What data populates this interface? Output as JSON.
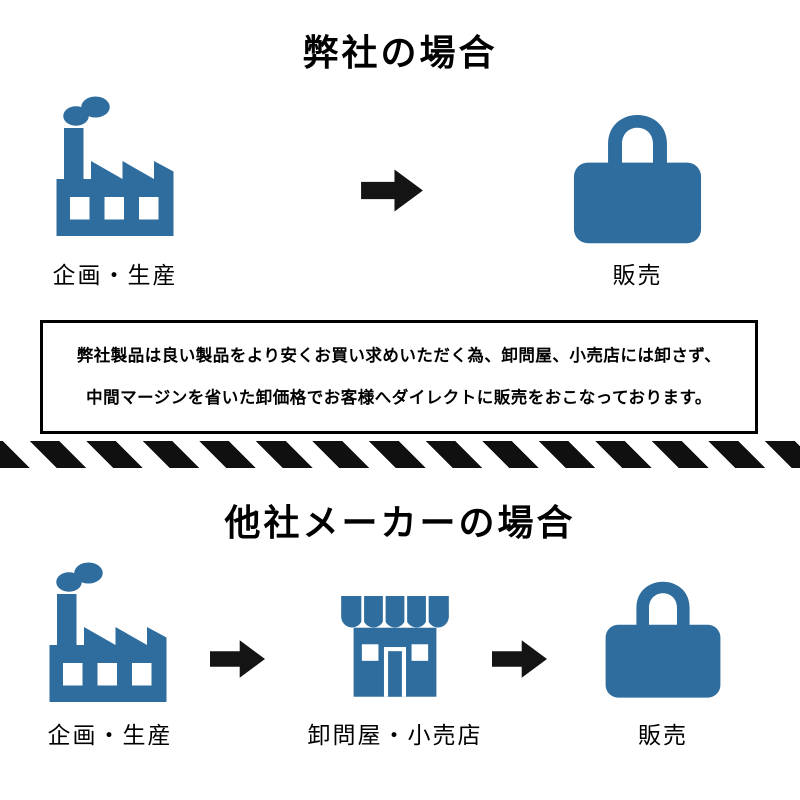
{
  "colors": {
    "icon_blue": "#2e6d9e",
    "arrow_black": "#141414",
    "stripe_black": "#101010",
    "background": "#ffffff"
  },
  "top_section": {
    "title": "弊社の場合",
    "steps": [
      {
        "icon": "factory-icon",
        "label": "企画・生産"
      },
      {
        "icon": "bag-icon",
        "label": "販売"
      }
    ],
    "note": {
      "line1": "弊社製品は良い製品をより安くお買い求めいただく為、卸問屋、小売店には卸さず、",
      "line2": "中間マージンを省いた卸価格でお客様へダイレクトに販売をおこなっております。"
    }
  },
  "divider": {
    "style": "diagonal-stripes"
  },
  "bottom_section": {
    "title": "他社メーカーの場合",
    "steps": [
      {
        "icon": "factory-icon",
        "label": "企画・生産"
      },
      {
        "icon": "store-icon",
        "label": "卸問屋・小売店"
      },
      {
        "icon": "bag-icon",
        "label": "販売"
      }
    ]
  }
}
